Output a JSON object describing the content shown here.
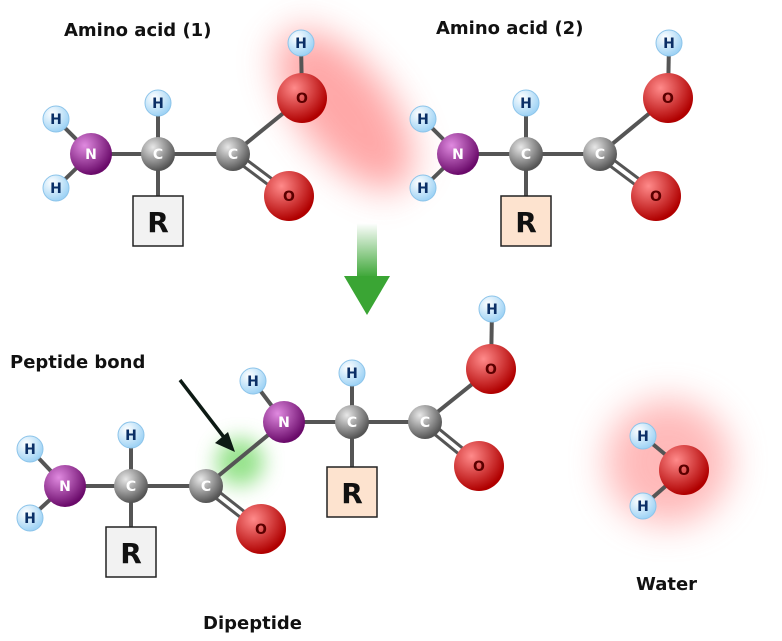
{
  "labels": {
    "amino_acid_1": "Amino acid (1)",
    "amino_acid_2": "Amino acid (2)",
    "peptide_bond": "Peptide bond",
    "dipeptide": "Dipeptide",
    "water": "Water"
  },
  "atom_symbols": {
    "hydrogen": "H",
    "nitrogen": "N",
    "carbon": "C",
    "oxygen": "O",
    "r_group": "R"
  },
  "colors": {
    "hydrogen": "#bfe6ff",
    "nitrogen": "#8b1a8b",
    "carbon": "#8c8c8c",
    "oxygen": "#e01010",
    "r_box_plain": "#f2f2f2",
    "r_box_highlight": "#fde3cf",
    "arrow": "#3aa534",
    "water_glow": "#ff8a8a",
    "bond_glow": "#7ddc6f",
    "pointer_arrow": "#0d1a14"
  },
  "icons": [
    "reaction-arrow-icon",
    "pointer-arrow-icon"
  ]
}
